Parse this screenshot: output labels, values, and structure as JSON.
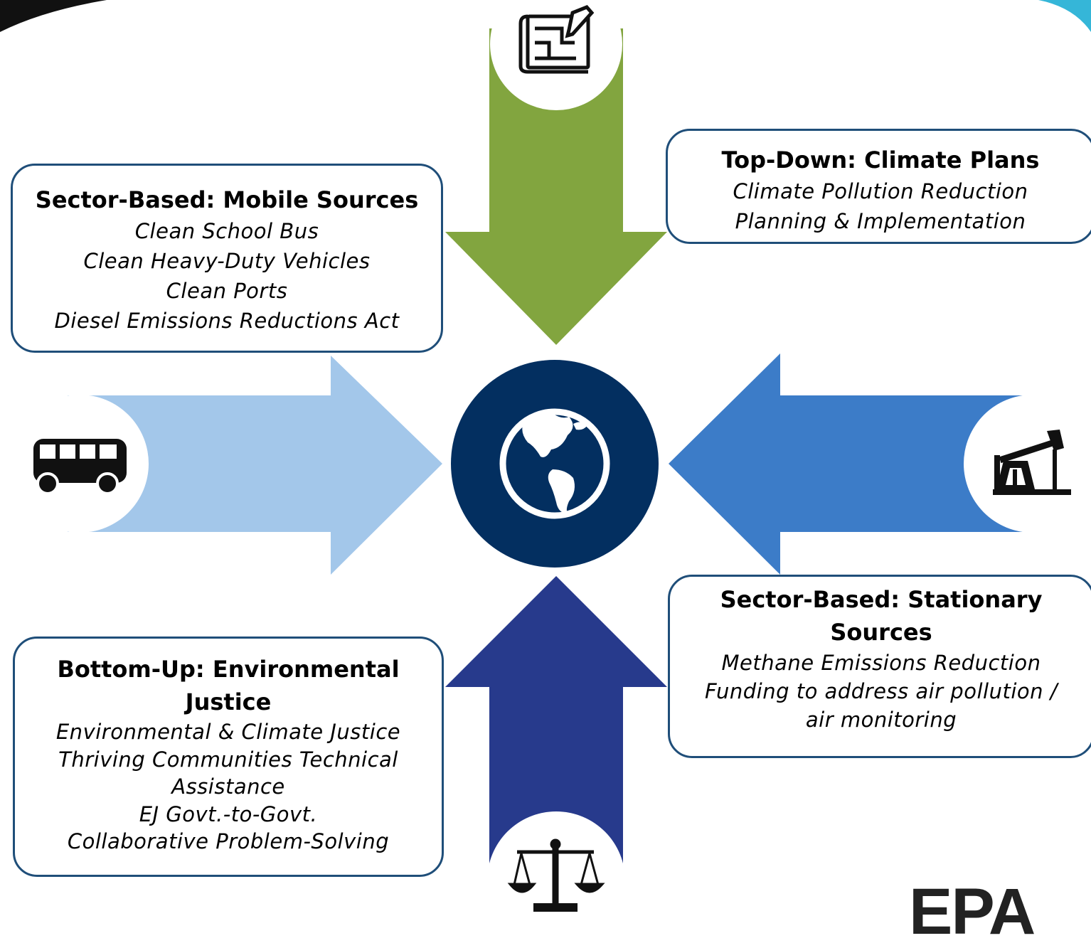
{
  "boxes": {
    "mobile": {
      "title": "Sector-Based: Mobile Sources",
      "lines": [
        "Clean School Bus",
        "Clean Heavy-Duty Vehicles",
        "Clean Ports",
        "Diesel Emissions Reductions Act"
      ]
    },
    "top_down": {
      "title": "Top-Down: Climate Plans",
      "lines": [
        "Climate Pollution Reduction",
        "Planning & Implementation"
      ]
    },
    "stationary": {
      "title_lines": [
        "Sector-Based: Stationary",
        "Sources"
      ],
      "lines": [
        "Methane Emissions Reduction",
        "Funding to address air pollution /",
        "air monitoring"
      ]
    },
    "ej": {
      "title_lines": [
        "Bottom-Up: Environmental",
        "Justice"
      ],
      "lines": [
        "Environmental & Climate Justice",
        "Thriving Communities Technical",
        "Assistance",
        "EJ Govt.-to-Govt.",
        "Collaborative  Problem-Solving"
      ]
    }
  },
  "colors": {
    "arrow_top": "#82a53f",
    "arrow_left": "#a3c7ea",
    "arrow_right": "#3c7cc8",
    "arrow_bottom": "#273a8c",
    "center_circle": "#032f60",
    "box_border": "#1f4e79"
  },
  "icons": {
    "top": "blueprint-icon",
    "left": "bus-icon",
    "right": "oil-pump-icon",
    "bottom": "scales-icon",
    "center": "globe-icon"
  },
  "logo": "EPA"
}
